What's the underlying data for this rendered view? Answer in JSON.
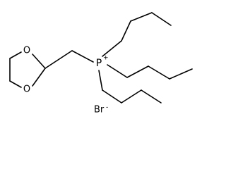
{
  "molecule": {
    "atoms": {
      "oxygen_upper": "O",
      "oxygen_lower": "O",
      "phosphorus": "P",
      "phosphorus_charge": "+",
      "counterion": "Br",
      "counterion_charge": "-"
    }
  }
}
